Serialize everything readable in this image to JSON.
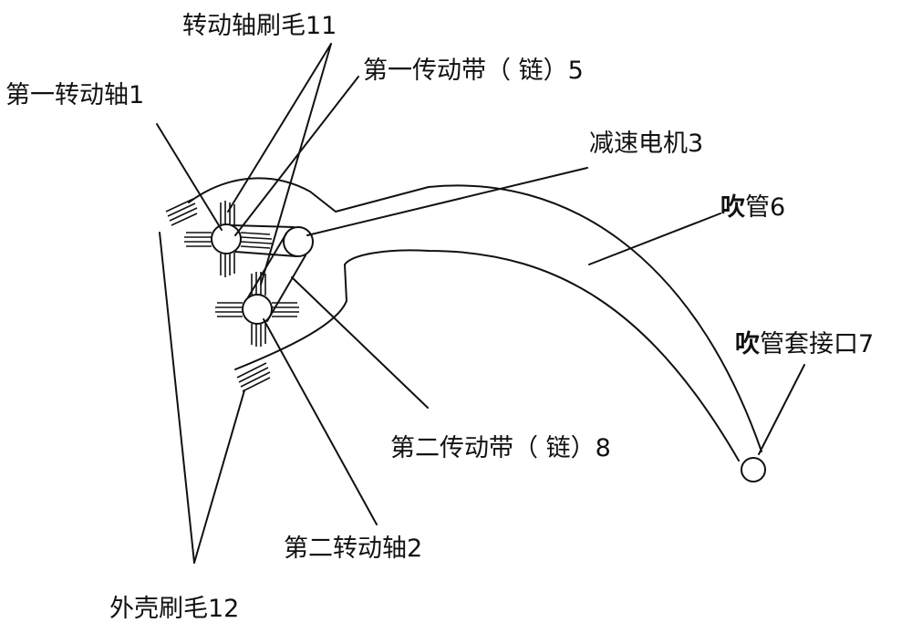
{
  "labels": {
    "brush11": "转动轴刷毛11",
    "shaft1": "第一转动轴1",
    "belt5": "第一传动带（ 链）5",
    "motor3": "减速电机3",
    "pipe6_bold": "吹",
    "pipe6_rest": "管6",
    "joint7_bold": "吹",
    "joint7_rest": "管套接口7",
    "belt8": "第二传动带（ 链）8",
    "shaft2": "第二转动轴2",
    "brush12": "外壳刷毛12"
  }
}
